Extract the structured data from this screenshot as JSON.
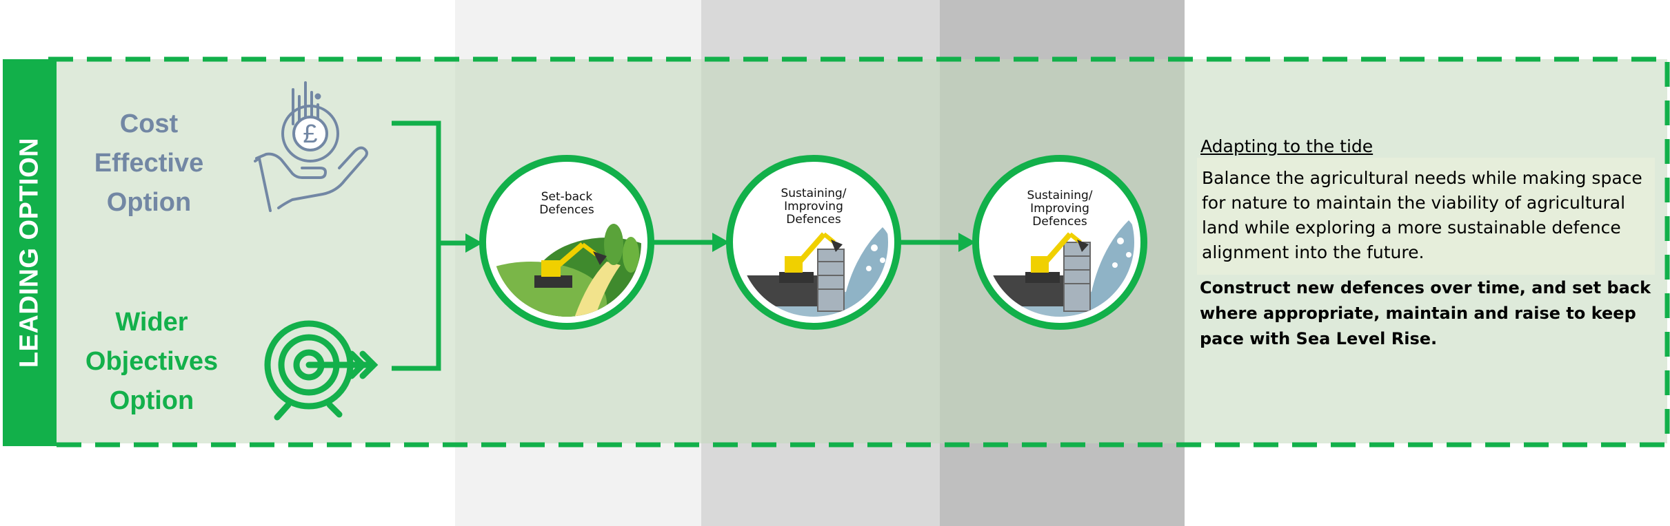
{
  "leading_option": {
    "label": "LEADING OPTION"
  },
  "options": {
    "cost": {
      "label": "Cost\nEffective\nOption",
      "icon": "hand-pound-coin-icon",
      "color": "#7287a4"
    },
    "wider": {
      "label": "Wider\nObjectives\nOption",
      "icon": "target-arrow-icon",
      "color": "#13b04b"
    }
  },
  "stages": [
    {
      "label": "Set-back\nDefences",
      "icon": "setback-defences-illustration"
    },
    {
      "label": "Sustaining/\nImproving Defences",
      "icon": "sustaining-defences-illustration"
    },
    {
      "label": "Sustaining/\nImproving Defences",
      "icon": "sustaining-defences-illustration"
    }
  ],
  "description": {
    "title": "Adapting to the tide",
    "body": "Balance the agricultural needs while making space for nature to maintain the viability of agricultural land while exploring a more sustainable defence alignment into the future.",
    "action": "Construct new defences over time, and set back where appropriate, maintain and raise to keep pace with Sea Level Rise."
  },
  "colors": {
    "green": "#12b04a",
    "slate": "#7287a4",
    "panel": "#c3d9bc",
    "band_light": "#f2f2f2",
    "band_mid": "#d9d9d9",
    "band_dark": "#bfbfbf"
  }
}
